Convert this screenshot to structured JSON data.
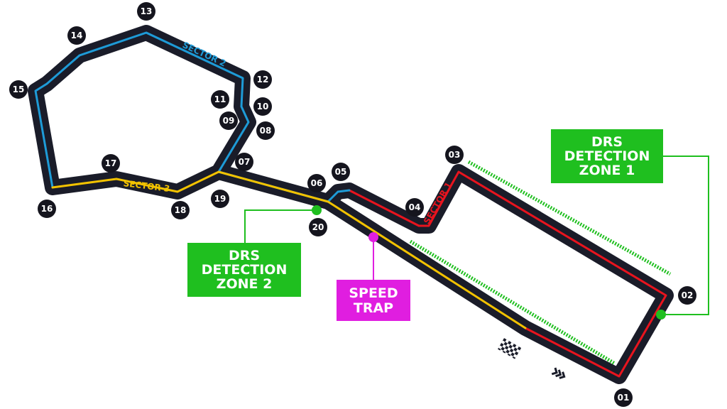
{
  "map": {
    "corners": [
      "01",
      "02",
      "03",
      "04",
      "05",
      "06",
      "07",
      "08",
      "09",
      "10",
      "11",
      "12",
      "13",
      "14",
      "15",
      "16",
      "17",
      "18",
      "19",
      "20"
    ],
    "sectors": [
      {
        "label": "SECTOR 1",
        "color": "#e8141e"
      },
      {
        "label": "SECTOR 2",
        "color": "#1e9bd7"
      },
      {
        "label": "SECTOR 3",
        "color": "#f2c200"
      }
    ],
    "drs_zone_1": [
      "DRS",
      "DETECTION",
      "ZONE 1"
    ],
    "drs_zone_2": [
      "DRS",
      "DETECTION",
      "ZONE 2"
    ],
    "speed_trap": [
      "SPEED",
      "TRAP"
    ],
    "colors": {
      "track": "#1a1c29",
      "drs": "#1fbf1f",
      "speed_trap": "#e01ee0",
      "marker": "#15151e",
      "text": "#ffffff"
    },
    "icons": [
      "start-finish-flag-icon",
      "direction-chevrons-icon"
    ]
  }
}
